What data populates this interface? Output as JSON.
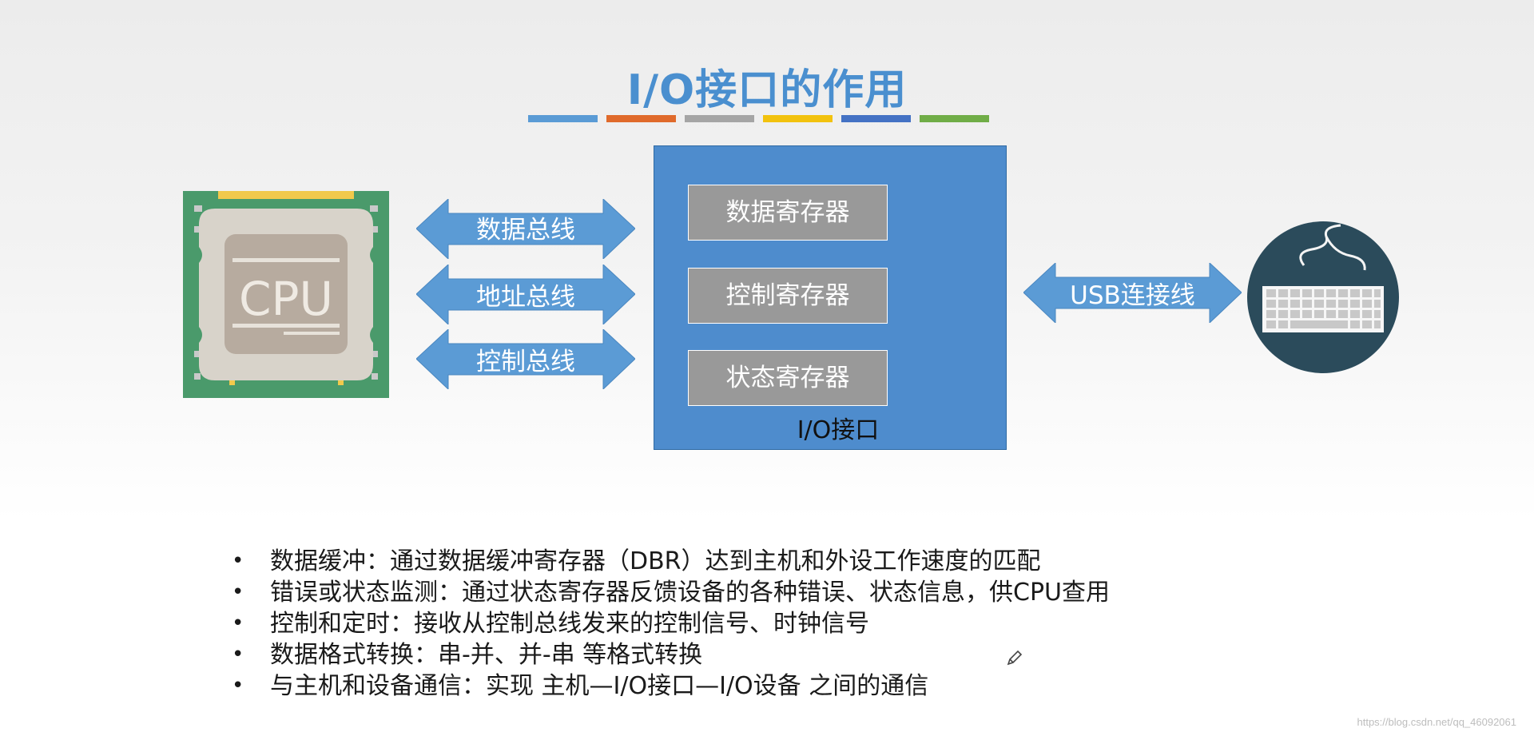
{
  "title": "I/O接口的作用",
  "title_bar_colors": [
    "#5a9bd5",
    "#e06a2b",
    "#a5a5a5",
    "#f2c20e",
    "#4472c4",
    "#70ad47"
  ],
  "cpu": {
    "label": "CPU"
  },
  "buses": [
    {
      "label": "数据总线"
    },
    {
      "label": "地址总线"
    },
    {
      "label": "控制总线"
    }
  ],
  "io_interface": {
    "label": "I/O接口",
    "registers": [
      "数据寄存器",
      "控制寄存器",
      "状态寄存器"
    ]
  },
  "usb_line": {
    "label": "USB连接线"
  },
  "features": [
    "数据缓冲：通过数据缓冲寄存器（DBR）达到主机和外设工作速度的匹配",
    "错误或状态监测：通过状态寄存器反馈设备的各种错误、状态信息，供CPU查用",
    "控制和定时：接收从控制总线发来的控制信号、时钟信号",
    "数据格式转换：串-并、并-串 等格式转换",
    "与主机和设备通信：实现 主机—I/O接口—I/O设备 之间的通信"
  ],
  "watermark": "https://blog.csdn.net/qq_46092061",
  "colors": {
    "accent": "#4a8fcf",
    "io_box": "#4e8ccd",
    "arrow": "#5b9bd5",
    "register": "#999999",
    "cpu_board": "#4a9a6b",
    "keyboard_circle": "#2b4b5b"
  }
}
